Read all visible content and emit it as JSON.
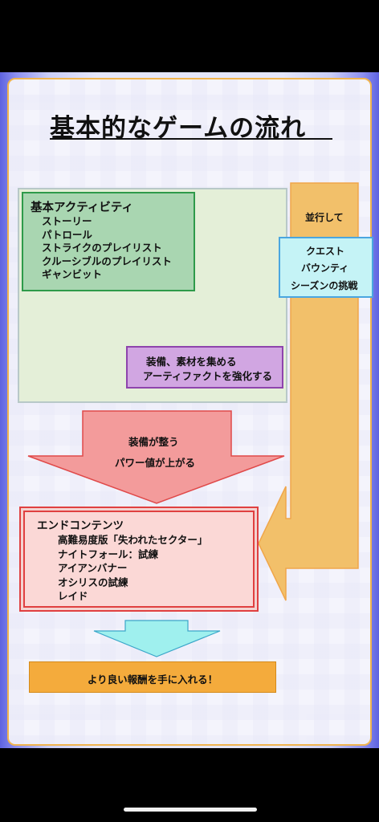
{
  "title": "基本的なゲームの流れ",
  "basic_activities": {
    "heading": "基本アクティビティ",
    "items": [
      "ストーリー",
      "パトロール",
      "ストライクのプレイリスト",
      "クルーシブルのプレイリスト",
      "ギャンビット"
    ]
  },
  "gear_box": {
    "lines": [
      "装備、素材を集める",
      "アーティファクトを強化する"
    ]
  },
  "parallel": {
    "label": "並行して",
    "items": [
      "クエスト",
      "バウンティ",
      "シーズンの挑戦"
    ]
  },
  "growth_arrow": {
    "lines": [
      "装備が整う",
      "パワー値が上がる"
    ]
  },
  "end_content": {
    "heading": "エンドコンテンツ",
    "items": [
      "高難易度版「失われたセクター」",
      "ナイトフォール：試練",
      "アイアンバナー",
      "オシリスの試練",
      "レイド"
    ]
  },
  "reward": {
    "text": "より良い報酬を手に入れる！"
  },
  "colors": {
    "orange": "#f2c06a",
    "pink_arrow": "#ef7484",
    "salmon_arrow": "#f39b9b",
    "cyan_arrow": "#9ff0ee",
    "border_orange": "#f0b44f"
  }
}
